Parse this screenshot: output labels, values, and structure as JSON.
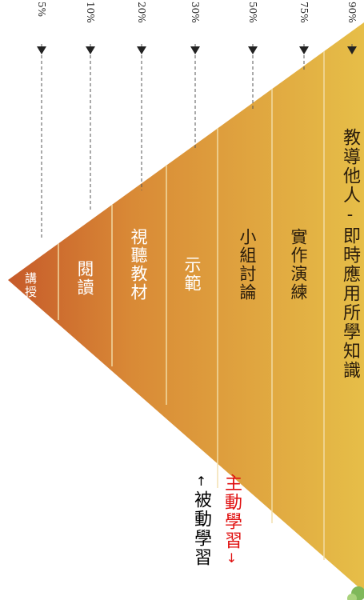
{
  "pyramid": {
    "levels": [
      {
        "label": "講授",
        "rate": "5%"
      },
      {
        "label": "閱讀",
        "rate": "10%"
      },
      {
        "label": "視聽教材",
        "rate": "20%"
      },
      {
        "label": "示範",
        "rate": "30%"
      },
      {
        "label": "小組討論",
        "rate": "50%"
      },
      {
        "label": "實作演練",
        "rate": "75%"
      },
      {
        "label": "教導他人-即時應用所學知識",
        "rate": "90%"
      }
    ]
  },
  "legend": {
    "passive": "被動學習",
    "active": "主動學習",
    "passive_arrow": "↑",
    "active_arrow": "↓",
    "passive_color": "#000000",
    "active_color": "#e01010"
  },
  "colors": {
    "apex": "#c9602a",
    "base": "#e3b442",
    "border": "#f2d9a0"
  }
}
